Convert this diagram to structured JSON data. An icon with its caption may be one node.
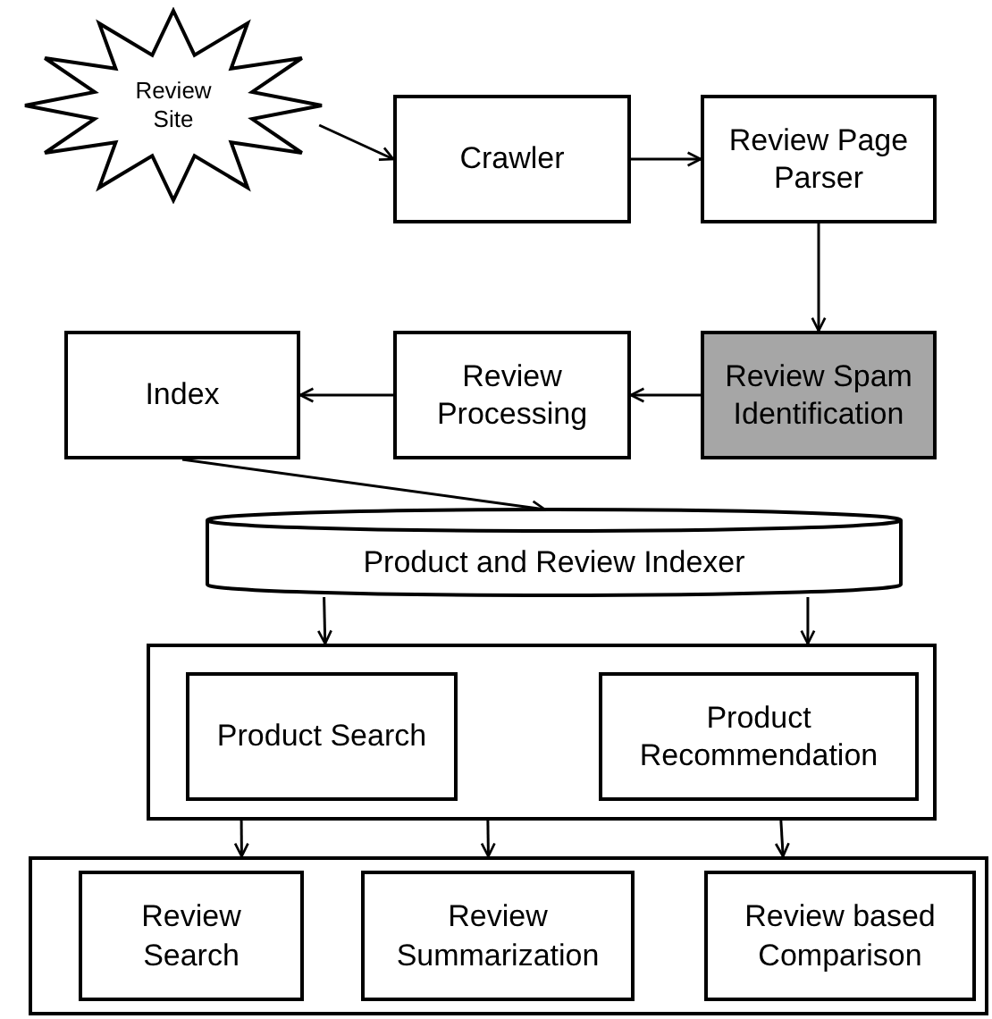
{
  "diagram": {
    "nodes": [
      {
        "text": [
          "Review Site"
        ]
      },
      {
        "text": [
          "Crawler"
        ]
      },
      {
        "text": [
          "Review Page Parser"
        ]
      },
      {
        "text": [
          "Review Spam Identification"
        ]
      },
      {
        "text": [
          "Review Processing"
        ]
      },
      {
        "text": [
          "Index"
        ]
      },
      {
        "text": [
          "Product and Review Indexer"
        ]
      },
      {
        "text": [],
        "shape": "box"
      },
      {
        "text": [
          "Product Search"
        ],
        "in": 7
      },
      {
        "text": [
          "Product Recommendation"
        ],
        "in": 7
      },
      {
        "text": [],
        "shape": "box"
      },
      {
        "text": [
          "Review Search"
        ],
        "in": 10
      },
      {
        "text": [
          "Review Summarization"
        ],
        "in": 10
      },
      {
        "text": [
          "Review based Comparison"
        ],
        "in": 10
      }
    ],
    "edges": [
      {
        "from": 0,
        "to": 1,
        "arrow": "to"
      },
      {
        "from": 1,
        "to": 2,
        "arrow": "to"
      },
      {
        "from": 2,
        "to": 3,
        "arrow": "to"
      },
      {
        "from": 3,
        "to": 4,
        "arrow": "to"
      },
      {
        "from": 4,
        "to": 5,
        "arrow": "to"
      },
      {
        "from": 5,
        "to": 6,
        "arrow": "to"
      },
      {
        "from": 6,
        "to": 7,
        "arrow": "to"
      },
      {
        "from": 6,
        "to": 7,
        "arrow": "to"
      },
      {
        "from": 7,
        "to": 10,
        "arrow": "to"
      },
      {
        "from": 7,
        "to": 10,
        "arrow": "to"
      },
      {
        "from": 7,
        "to": 10,
        "arrow": "to"
      }
    ]
  }
}
